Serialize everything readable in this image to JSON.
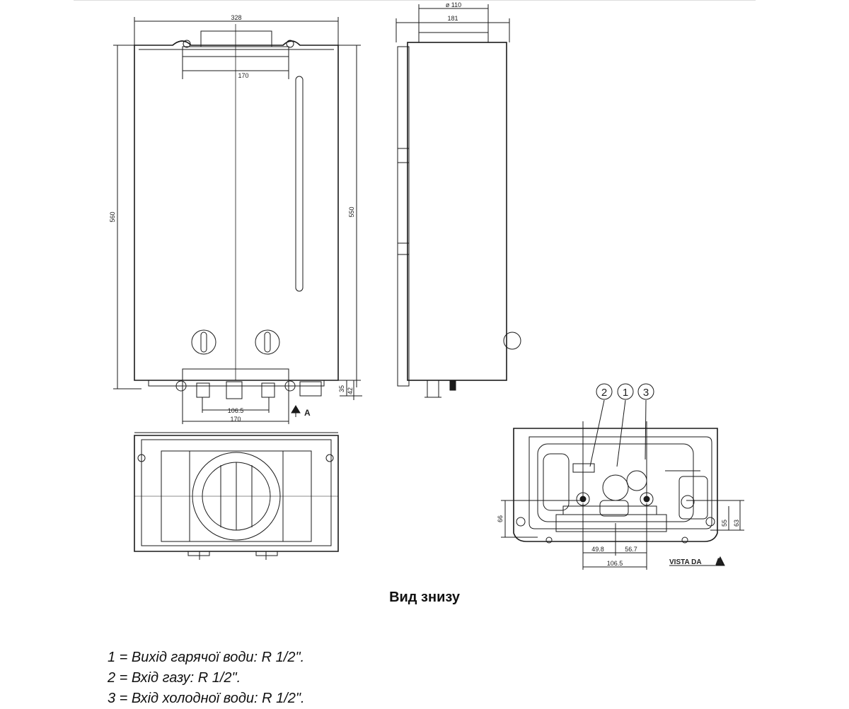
{
  "dimensions": {
    "width_top": "328",
    "top_inner": "170",
    "height_left": "560",
    "height_right": "550",
    "bottom_inner": "106.5",
    "bottom_outer": "170",
    "small_35": "35",
    "small_42": "42",
    "flue_diameter": "ø 110",
    "side_depth": "181",
    "view_a_marker": "A",
    "bv_left_height": "66",
    "bv_55": "55",
    "bv_63": "63",
    "bv_49_8": "49.8",
    "bv_56_7": "56.7",
    "bv_106_5": "106.5",
    "vista_da": "VISTA DA",
    "vista_letter": "A"
  },
  "callouts": [
    "2",
    "1",
    "3"
  ],
  "caption": "Вид знизу",
  "legend": [
    "1 = Вихід гарячої води: R 1/2\".",
    "2 = Вхід газу: R 1/2\".",
    "3 = Вхід холодної води: R 1/2\"."
  ]
}
